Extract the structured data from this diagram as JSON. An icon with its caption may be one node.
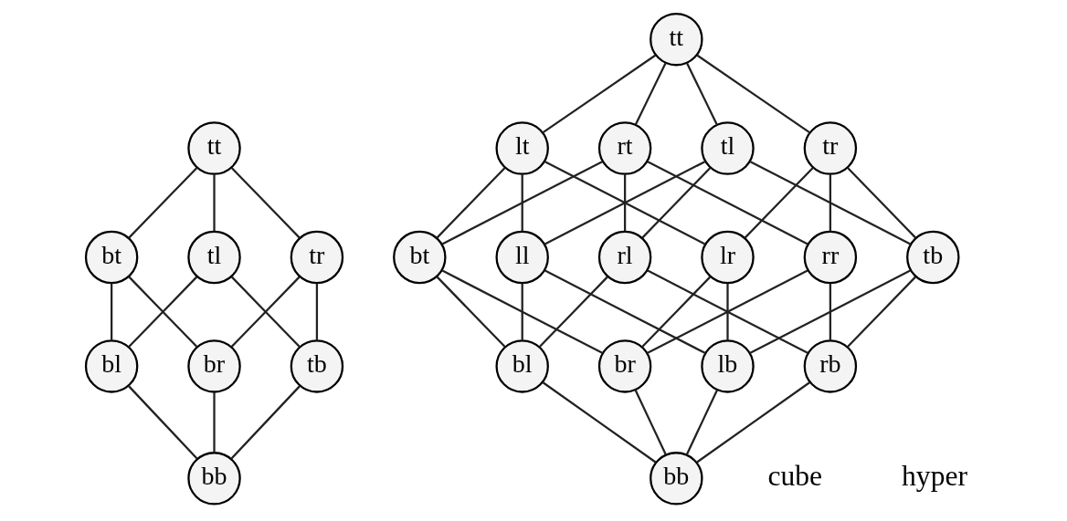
{
  "diagram": {
    "nodes": [
      {
        "text": [
          "tt"
        ]
      },
      {
        "text": [
          "bt"
        ]
      },
      {
        "text": [
          "tl"
        ]
      },
      {
        "text": [
          "tr"
        ]
      },
      {
        "text": [
          "bl"
        ]
      },
      {
        "text": [
          "br"
        ]
      },
      {
        "text": [
          "tb"
        ]
      },
      {
        "text": [
          "bb"
        ]
      },
      {
        "text": [
          "tt"
        ]
      },
      {
        "text": [
          "lt"
        ]
      },
      {
        "text": [
          "rt"
        ]
      },
      {
        "text": [
          "tl"
        ]
      },
      {
        "text": [
          "tr"
        ]
      },
      {
        "text": [
          "bt"
        ]
      },
      {
        "text": [
          "ll"
        ]
      },
      {
        "text": [
          "rl"
        ]
      },
      {
        "text": [
          "lr"
        ]
      },
      {
        "text": [
          "rr"
        ]
      },
      {
        "text": [
          "tb"
        ]
      },
      {
        "text": [
          "bl"
        ]
      },
      {
        "text": [
          "br"
        ]
      },
      {
        "text": [
          "lb"
        ]
      },
      {
        "text": [
          "rb"
        ]
      },
      {
        "text": [
          "bb"
        ]
      }
    ],
    "edges": [
      {
        "from": 0,
        "to": 1,
        "arrow": "none"
      },
      {
        "from": 0,
        "to": 2,
        "arrow": "none"
      },
      {
        "from": 0,
        "to": 3,
        "arrow": "none"
      },
      {
        "from": 1,
        "to": 4,
        "arrow": "none"
      },
      {
        "from": 1,
        "to": 5,
        "arrow": "none"
      },
      {
        "from": 2,
        "to": 4,
        "arrow": "none"
      },
      {
        "from": 2,
        "to": 6,
        "arrow": "none"
      },
      {
        "from": 3,
        "to": 5,
        "arrow": "none"
      },
      {
        "from": 3,
        "to": 6,
        "arrow": "none"
      },
      {
        "from": 4,
        "to": 7,
        "arrow": "none"
      },
      {
        "from": 5,
        "to": 7,
        "arrow": "none"
      },
      {
        "from": 6,
        "to": 7,
        "arrow": "none"
      },
      {
        "from": 8,
        "to": 9,
        "arrow": "none"
      },
      {
        "from": 8,
        "to": 10,
        "arrow": "none"
      },
      {
        "from": 8,
        "to": 11,
        "arrow": "none"
      },
      {
        "from": 8,
        "to": 12,
        "arrow": "none"
      },
      {
        "from": 9,
        "to": 13,
        "arrow": "none"
      },
      {
        "from": 9,
        "to": 14,
        "arrow": "none"
      },
      {
        "from": 9,
        "to": 16,
        "arrow": "none"
      },
      {
        "from": 10,
        "to": 13,
        "arrow": "none"
      },
      {
        "from": 10,
        "to": 15,
        "arrow": "none"
      },
      {
        "from": 10,
        "to": 17,
        "arrow": "none"
      },
      {
        "from": 11,
        "to": 14,
        "arrow": "none"
      },
      {
        "from": 11,
        "to": 15,
        "arrow": "none"
      },
      {
        "from": 11,
        "to": 18,
        "arrow": "none"
      },
      {
        "from": 12,
        "to": 16,
        "arrow": "none"
      },
      {
        "from": 12,
        "to": 17,
        "arrow": "none"
      },
      {
        "from": 12,
        "to": 18,
        "arrow": "none"
      },
      {
        "from": 13,
        "to": 19,
        "arrow": "none"
      },
      {
        "from": 13,
        "to": 20,
        "arrow": "none"
      },
      {
        "from": 14,
        "to": 19,
        "arrow": "none"
      },
      {
        "from": 14,
        "to": 21,
        "arrow": "none"
      },
      {
        "from": 15,
        "to": 19,
        "arrow": "none"
      },
      {
        "from": 15,
        "to": 22,
        "arrow": "none"
      },
      {
        "from": 16,
        "to": 20,
        "arrow": "none"
      },
      {
        "from": 16,
        "to": 21,
        "arrow": "none"
      },
      {
        "from": 17,
        "to": 20,
        "arrow": "none"
      },
      {
        "from": 17,
        "to": 22,
        "arrow": "none"
      },
      {
        "from": 18,
        "to": 21,
        "arrow": "none"
      },
      {
        "from": 18,
        "to": 22,
        "arrow": "none"
      },
      {
        "from": 19,
        "to": 23,
        "arrow": "none"
      },
      {
        "from": 20,
        "to": 23,
        "arrow": "none"
      },
      {
        "from": 21,
        "to": 23,
        "arrow": "none"
      },
      {
        "from": 22,
        "to": 23,
        "arrow": "none"
      }
    ],
    "labels": [
      "cube",
      "hyper"
    ]
  }
}
